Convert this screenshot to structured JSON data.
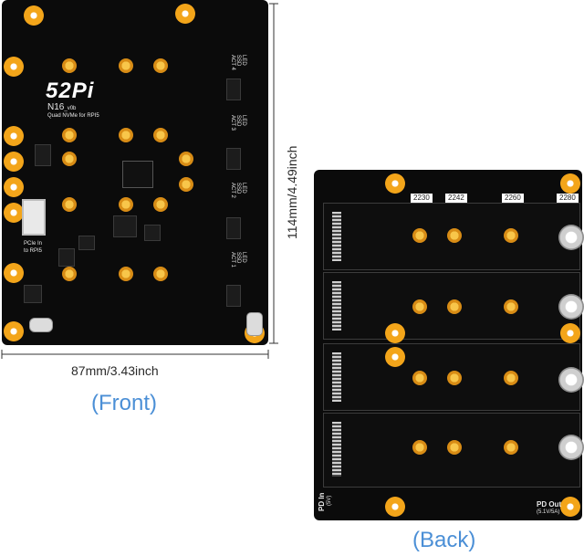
{
  "front": {
    "brand": "52Pi",
    "model": "N16",
    "version": "_v0b",
    "subtitle": "Quad NVMe for RPI5",
    "pcie_label": "PCIe In",
    "pcie_sub": "to RPI5",
    "ssd_labels": [
      "LED SSD ACT 4",
      "LED SSD ACT 3",
      "LED SSD ACT 2",
      "LED SSD ACT 1"
    ]
  },
  "dimensions": {
    "height": "114mm/4.49inch",
    "width": "87mm/3.43inch"
  },
  "captions": {
    "front": "(Front)",
    "back": "(Back)"
  },
  "back": {
    "sizes": [
      "2230",
      "2242",
      "2260",
      "2280"
    ],
    "pd_in": "PD In",
    "pd_in_sub": "(5V)",
    "pd_out": "PD Out",
    "pd_out_sub": "(5.1V/5A)"
  }
}
